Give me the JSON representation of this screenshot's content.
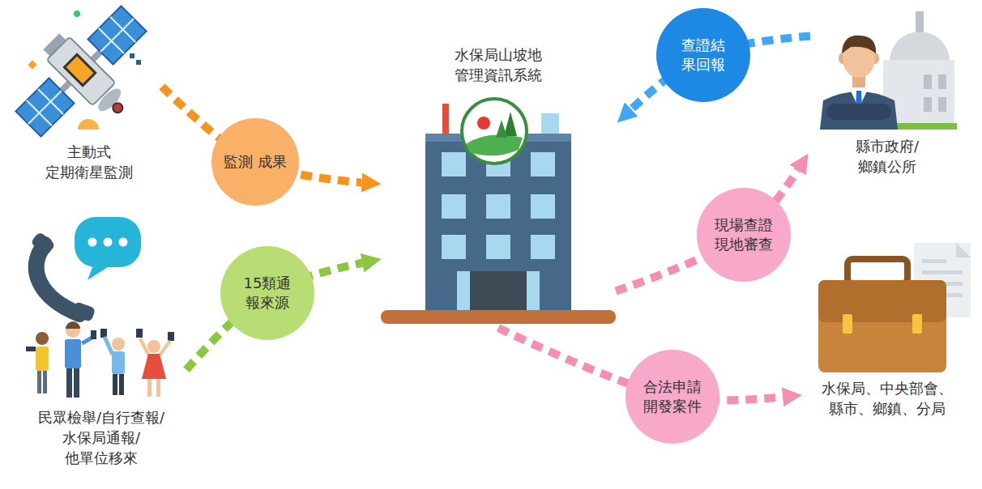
{
  "diagram": {
    "nodes": [
      {
        "text": [
          "主動式 定期衛星監測"
        ]
      },
      {
        "text": [
          "民眾檢舉/自行查報/ 水保局通報/ 他單位移來"
        ]
      },
      {
        "text": [
          "水保局山坡地 管理資訊系統"
        ]
      },
      {
        "text": [
          "縣市政府/ 鄉鎮公所"
        ]
      },
      {
        "text": [
          "水保局、中央部會、 縣市、鄉鎮、分局"
        ]
      }
    ],
    "edges": [
      {
        "from": 0,
        "to": 2,
        "arrow": "to",
        "label": "監測 成果"
      },
      {
        "from": 1,
        "to": 2,
        "arrow": "to",
        "label": "15類通 報來源"
      },
      {
        "from": 2,
        "to": 3,
        "arrow": "to",
        "label": "現場查證 現地審查"
      },
      {
        "from": 3,
        "to": 2,
        "arrow": "to",
        "label": "查證結 果回報"
      },
      {
        "from": 2,
        "to": 4,
        "arrow": "to",
        "label": "合法申請 開發案件"
      }
    ]
  }
}
